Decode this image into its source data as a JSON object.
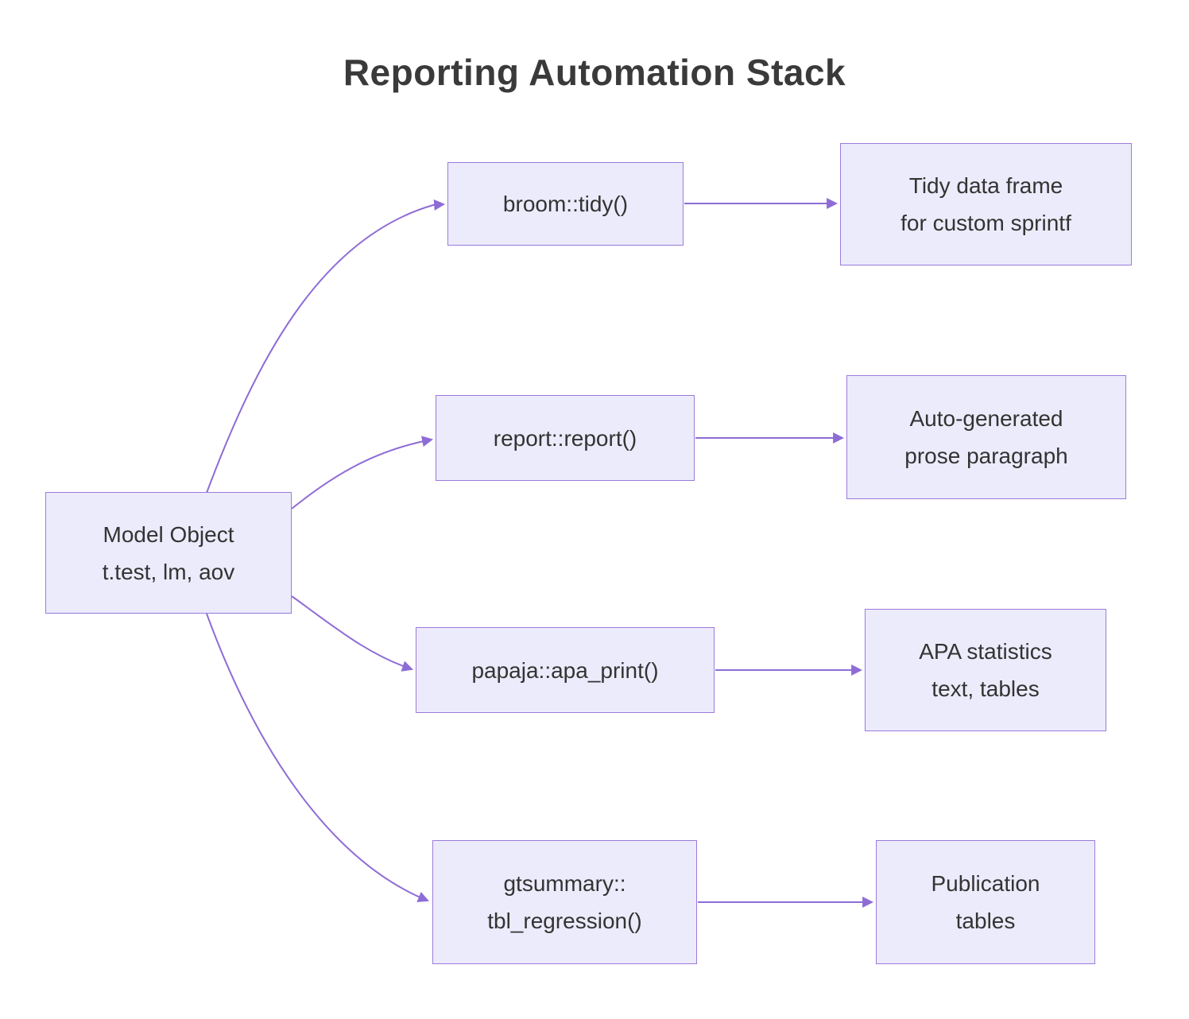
{
  "title": "Reporting Automation Stack",
  "colors": {
    "node_fill": "#ECEBFB",
    "node_border": "#9B7BDC",
    "edge": "#8E6CD6",
    "text": "#333333"
  },
  "nodes": {
    "root": {
      "line1": "Model Object",
      "line2": "t.test, lm, aov"
    },
    "broom": {
      "label": "broom::tidy()"
    },
    "report": {
      "label": "report::report()"
    },
    "papaja": {
      "label": "papaja::apa_print()"
    },
    "gtsummary": {
      "line1": "gtsummary::",
      "line2": "tbl_regression()"
    },
    "tidy_output": {
      "line1": "Tidy data frame",
      "line2": "for custom sprintf"
    },
    "report_output": {
      "line1": "Auto-generated",
      "line2": "prose paragraph"
    },
    "papaja_output": {
      "line1": "APA statistics",
      "line2": "text, tables"
    },
    "gtsummary_output": {
      "line1": "Publication",
      "line2": "tables"
    }
  }
}
